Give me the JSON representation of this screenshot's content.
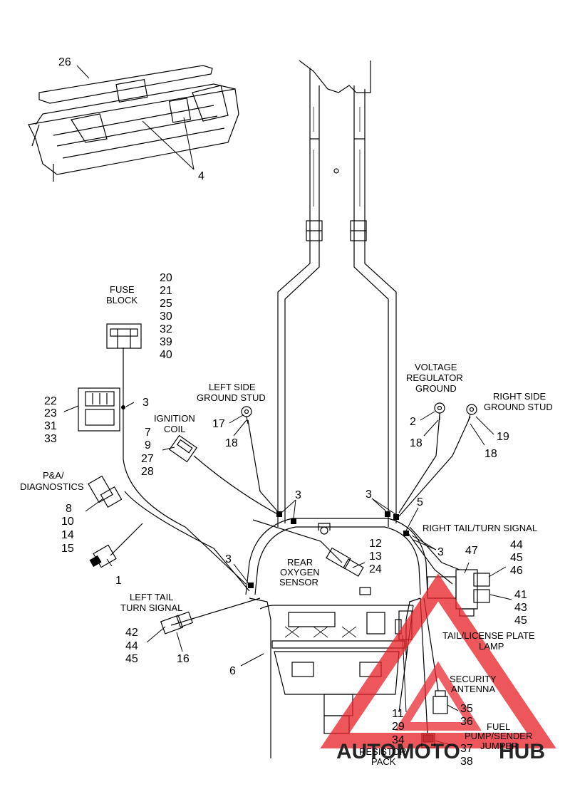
{
  "labels": {
    "fuse_block": [
      "FUSE",
      "BLOCK"
    ],
    "left_side_ground_stud": [
      "LEFT SIDE",
      "GROUND STUD"
    ],
    "voltage_regulator_ground": [
      "VOLTAGE",
      "REGULATOR",
      "GROUND"
    ],
    "right_side_ground_stud": [
      "RIGHT SIDE",
      "GROUND STUD"
    ],
    "ignition_coil": [
      "IGNITION",
      "COIL"
    ],
    "pa_diagnostics": [
      "P&A/",
      "DIAGNOSTICS"
    ],
    "right_tail_turn_signal": "RIGHT  TAIL/TURN SIGNAL",
    "rear_oxygen_sensor": [
      "REAR",
      "OXYGEN",
      "SENSOR"
    ],
    "left_tail_turn_signal": [
      "LEFT  TAIL",
      "TURN SIGNAL"
    ],
    "tail_license_plate_lamp": [
      "TAIL/LICENSE PLATE",
      "LAMP"
    ],
    "security_antenna": [
      "SECURITY",
      "ANTENNA"
    ],
    "fuel_pump_sender_jumper": [
      "FUEL",
      "PUMP/SENDER",
      "JUMPER"
    ],
    "resistor_pack": [
      "RESISTOR",
      "PACK"
    ]
  },
  "callouts": {
    "c26": "26",
    "c4": "4",
    "fuse_nums": [
      "20",
      "21",
      "25",
      "30",
      "32",
      "39",
      "40"
    ],
    "left_box_nums": [
      "22",
      "23",
      "31",
      "33"
    ],
    "c3_fuse": "3",
    "ignition_nums": [
      "7",
      "9",
      "27",
      "28"
    ],
    "c17": "17",
    "c18_left": "18",
    "c2": "2",
    "c18_vr": "18",
    "c19": "19",
    "c18_right": "18",
    "pa_nums": [
      "8",
      "10",
      "14",
      "15"
    ],
    "c1": "1",
    "c3_top_left": "3",
    "c3_top_right": "3",
    "c5": "5",
    "c3_right": "3",
    "c3_left": "3",
    "oxygen_nums": [
      "12",
      "13",
      "24"
    ],
    "c47": "47",
    "rt_nums_a": [
      "44",
      "45",
      "46"
    ],
    "rt_nums_b": [
      "41",
      "43",
      "45"
    ],
    "left_tail_nums": [
      "42",
      "44",
      "45"
    ],
    "c16": "16",
    "c6": "6",
    "bottom_nums": [
      "11",
      "29",
      "34"
    ],
    "antenna_nums": [
      "35",
      "36"
    ],
    "fuel_nums": [
      "37",
      "38"
    ]
  },
  "watermark": {
    "text_red": "AUTOMOTO",
    "text_gray": "HUB",
    "red": "#e8232a",
    "gray": "#9b9b9b"
  },
  "colors": {
    "line": "#000000",
    "background": "#ffffff"
  }
}
